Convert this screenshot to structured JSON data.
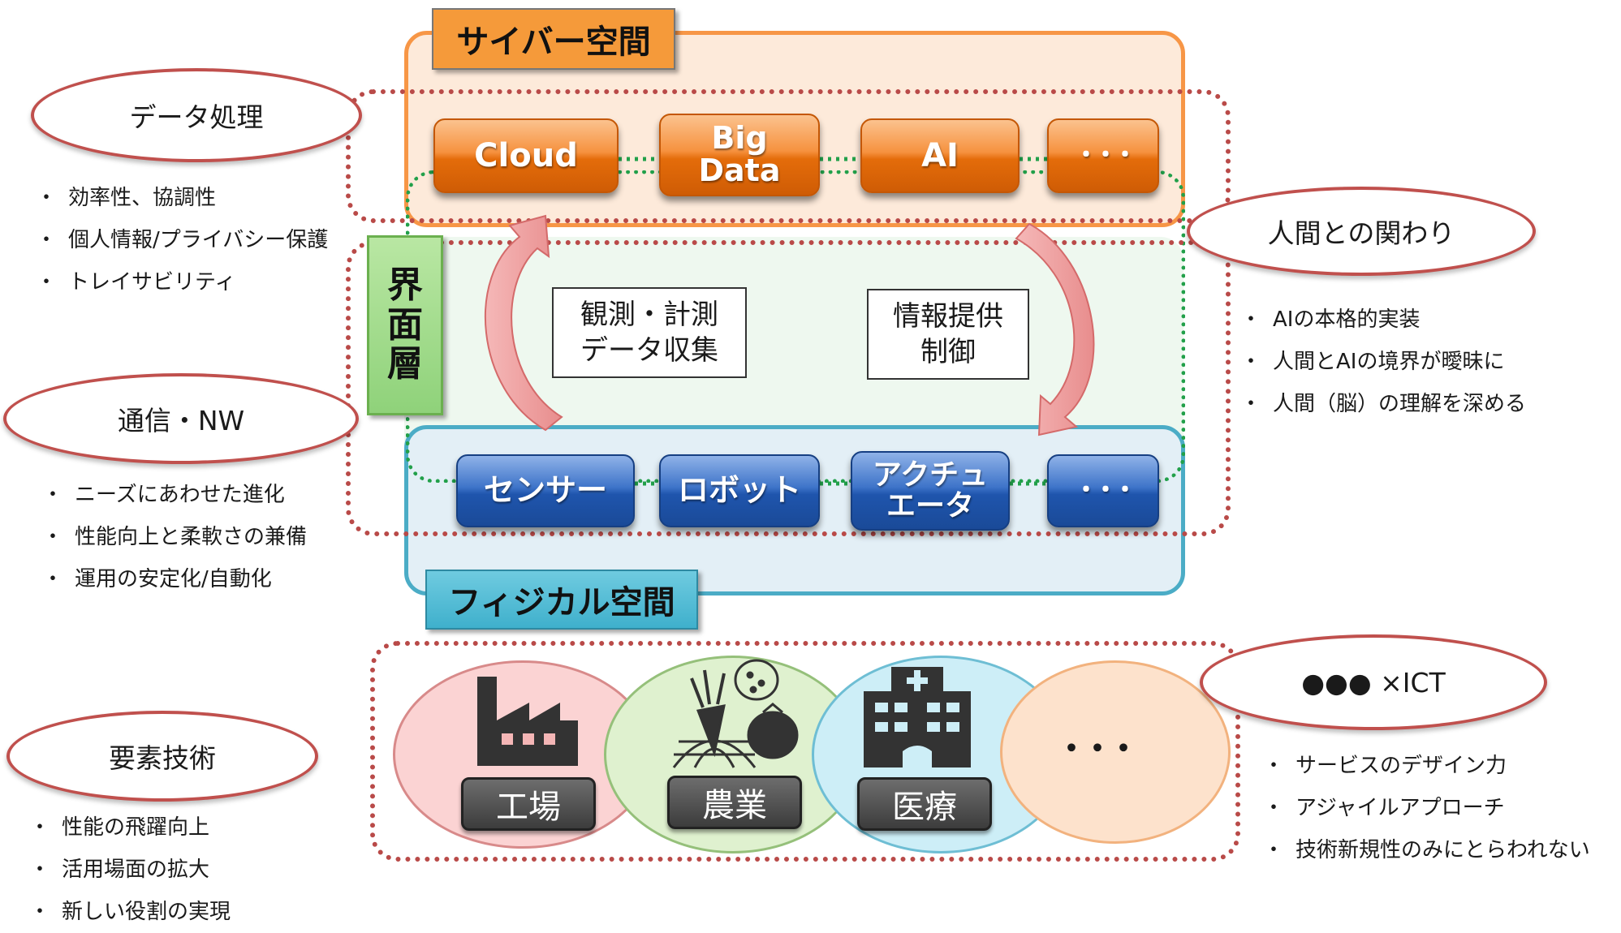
{
  "cyber": {
    "title": "サイバー空間",
    "buttons": [
      "Cloud",
      "Big\nData",
      "AI",
      "・・・"
    ]
  },
  "interface": {
    "title": "界\n面\n層",
    "left_box": "観測・計測\nデータ収集",
    "right_box": "情報提供\n制御"
  },
  "physical": {
    "title": "フィジカル空間",
    "buttons": [
      "センサー",
      "ロボット",
      "アクチュ\nエータ",
      "・・・"
    ]
  },
  "domains": {
    "labels": [
      "工場",
      "農業",
      "医療"
    ],
    "ellipsis": "・・・"
  },
  "left_topics": [
    {
      "title": "データ処理",
      "items": [
        "効率性、協調性",
        "個人情報/プライバシー保護",
        "トレイサビリティ"
      ]
    },
    {
      "title": "通信・NW",
      "items": [
        "ニーズにあわせた進化",
        "性能向上と柔軟さの兼備",
        "運用の安定化/自動化"
      ]
    },
    {
      "title": "要素技術",
      "items": [
        "性能の飛躍向上",
        "活用場面の拡大",
        "新しい役割の実現"
      ]
    }
  ],
  "right_topics": [
    {
      "title": "人間との関わり",
      "items": [
        "AIの本格的実装",
        "人間とAIの境界が曖昧に",
        "人間（脳）の理解を深める"
      ]
    },
    {
      "title": "●●● ×ICT",
      "items": [
        "サービスのデザイン力",
        "アジャイルアプローチ",
        "技術新規性のみにとらわれない"
      ]
    }
  ],
  "bullet_mark": "・",
  "colors": {
    "cyber_border": "#f79646",
    "cyber_fill": "#fdeada",
    "physical_border": "#4bacc6",
    "physical_fill": "#e3eff6",
    "interface_fill": "#eef8ef",
    "dotted_red": "#b94a48",
    "dotted_green": "#22a04a"
  },
  "icons": [
    "factory-icon",
    "vegetables-icon",
    "hospital-icon",
    "curved-arrow-up-icon",
    "curved-arrow-down-icon"
  ]
}
